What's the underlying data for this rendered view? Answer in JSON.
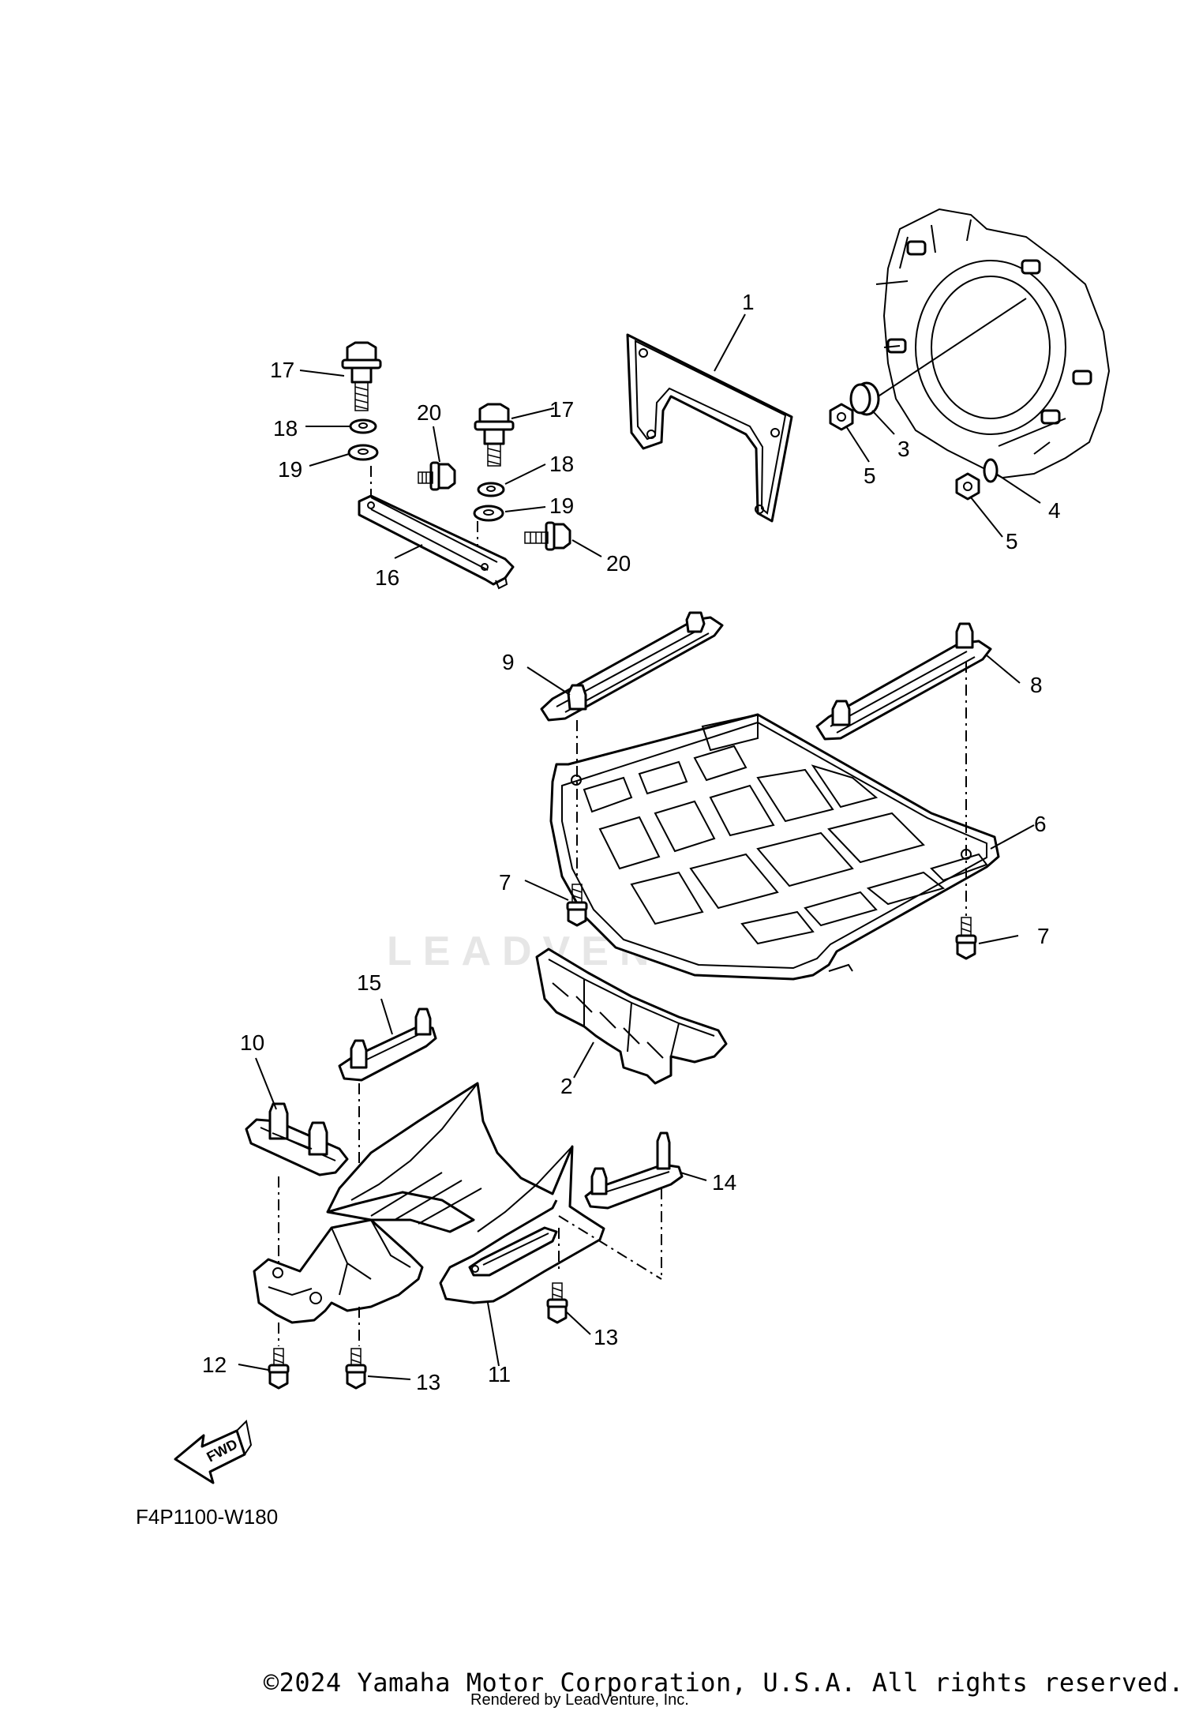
{
  "callouts": {
    "c1": "1",
    "c2": "2",
    "c3": "3",
    "c4": "4",
    "c5a": "5",
    "c5b": "5",
    "c6": "6",
    "c7a": "7",
    "c7b": "7",
    "c8": "8",
    "c9": "9",
    "c10": "10",
    "c11": "11",
    "c12": "12",
    "c13a": "13",
    "c13b": "13",
    "c14": "14",
    "c15": "15",
    "c16": "16",
    "c17a": "17",
    "c17b": "17",
    "c18a": "18",
    "c18b": "18",
    "c19a": "19",
    "c19b": "19",
    "c20a": "20",
    "c20b": "20"
  },
  "fwd_label": "FWD",
  "diagram_code": "F4P1100-W180",
  "watermark": "LEADVENTURE",
  "footer": {
    "copyright": "©2024 Yamaha Motor Corporation, U.S.A. All rights reserved.",
    "rendered_by": "Rendered by LeadVenture, Inc."
  },
  "colors": {
    "line": "#000000",
    "background": "#ffffff",
    "watermark": "#e6e6e6"
  }
}
